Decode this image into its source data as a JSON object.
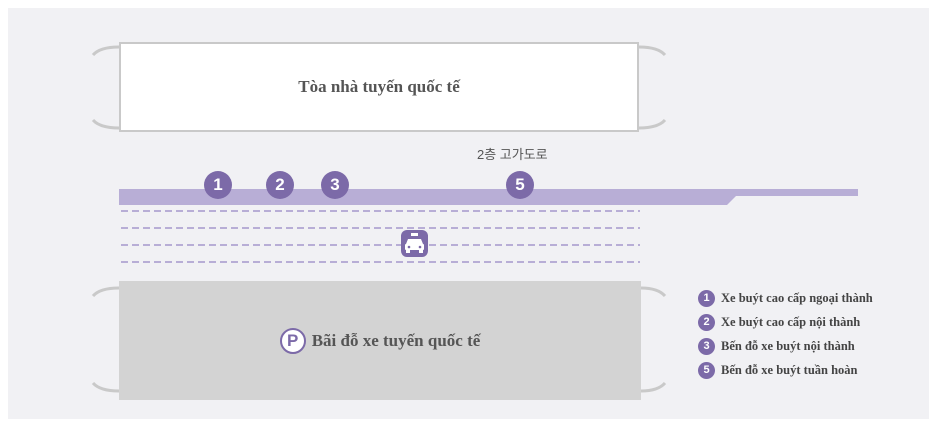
{
  "colors": {
    "accent": "#7c6aa8",
    "road": "#b8aed6",
    "terminal_bg": "#ffffff",
    "parking_bg": "#d3d3d3",
    "background": "#f1f1f4"
  },
  "terminal": {
    "label": "Tòa nhà tuyến quốc tế"
  },
  "floor": {
    "label": "2층 고가도로"
  },
  "stops": [
    {
      "num": "1"
    },
    {
      "num": "2"
    },
    {
      "num": "3"
    },
    {
      "num": "5"
    }
  ],
  "taxi": {
    "icon": "taxi-icon"
  },
  "parking": {
    "symbol": "P",
    "label": "Bãi đỗ xe tuyến quốc tế"
  },
  "legend": [
    {
      "num": "1",
      "label": "Xe buýt cao cấp ngoại thành"
    },
    {
      "num": "2",
      "label": "Xe buýt cao cấp nội thành"
    },
    {
      "num": "3",
      "label": "Bến đỗ xe buýt nội thành"
    },
    {
      "num": "5",
      "label": "Bến đỗ xe buýt tuần hoàn"
    }
  ]
}
